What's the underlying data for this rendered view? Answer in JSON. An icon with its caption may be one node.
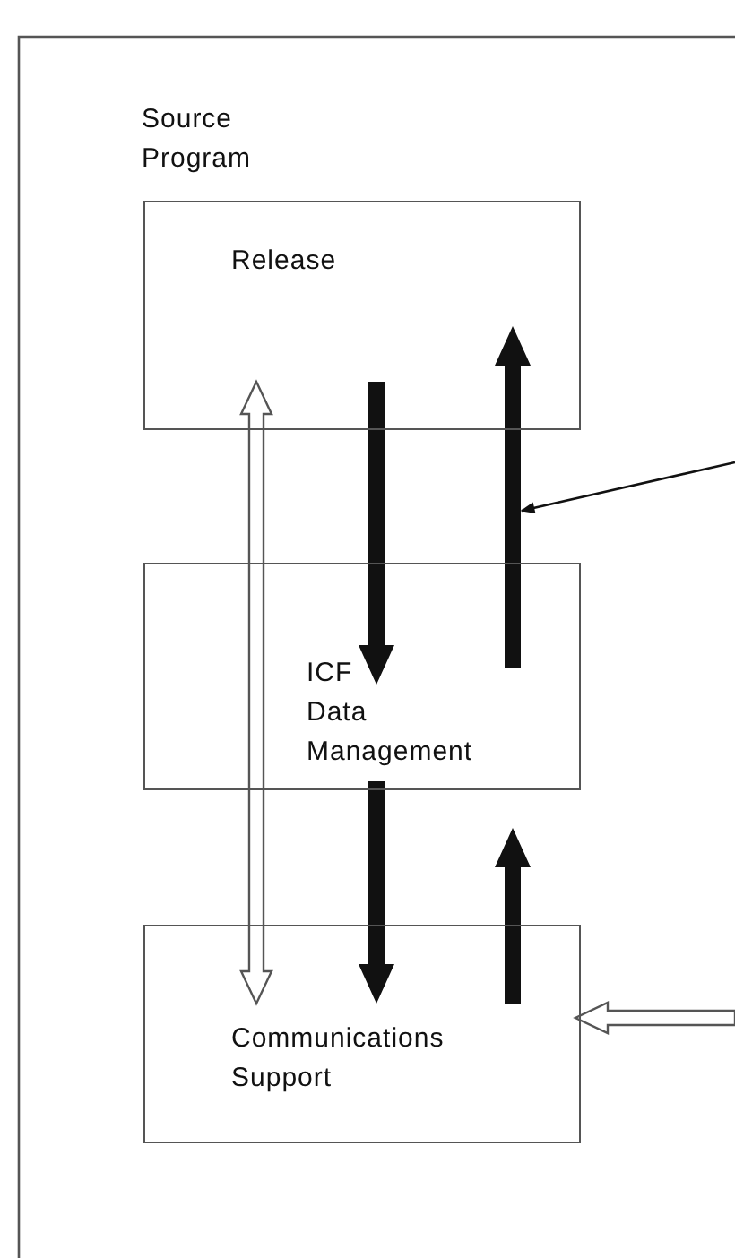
{
  "diagram": {
    "nodes": [
      {
        "text": [
          "Source Program",
          "Release"
        ]
      },
      {
        "text": [
          "ICF Data Management"
        ]
      },
      {
        "text": [
          "Communications Support"
        ]
      }
    ],
    "edges": [
      {
        "from": 0,
        "to": 1,
        "arrow": "to",
        "style": "thick"
      },
      {
        "from": 1,
        "to": 0,
        "arrow": "to",
        "style": "thick"
      },
      {
        "from": 1,
        "to": 2,
        "arrow": "to",
        "style": "thick"
      },
      {
        "from": 2,
        "to": 1,
        "arrow": "to",
        "style": "thick"
      },
      {
        "from": 0,
        "to": 2,
        "arrow": "both"
      },
      {
        "from": null,
        "to": 2,
        "arrow": "to"
      }
    ]
  }
}
